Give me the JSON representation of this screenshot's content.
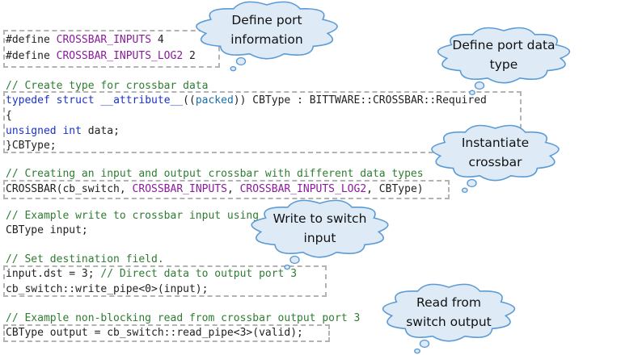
{
  "colors": {
    "keyword": "#1a32c8",
    "macro": "#8a1c9c",
    "comment": "#2e7d32",
    "attribute": "#1a6fa8",
    "text": "#222222",
    "box_border": "#b3b3b3",
    "cloud_fill": "#deebf7",
    "cloud_stroke": "#5b9bd5"
  },
  "code": {
    "define1": {
      "directive": "#define",
      "name": "CROSSBAR_INPUTS",
      "value": " 4"
    },
    "define2": {
      "directive": "#define",
      "name": "CROSSBAR_INPUTS_LOG2",
      "value": " 2"
    },
    "comment_type": "// Create type for crossbar data",
    "typedef": {
      "kw_typedef": "typedef",
      "kw_struct": "struct",
      "kw_attribute": "__attribute__",
      "paren_open": "((",
      "packed": "packed",
      "rest": ")) CBType : BITTWARE::CROSSBAR::Required"
    },
    "brace_open": "{",
    "member": {
      "kw_unsigned": "unsigned",
      "kw_int": "int",
      "rest": " data;"
    },
    "brace_close": "}CBType;",
    "comment_create": "// Creating an input and output crossbar with different data types",
    "crossbar": {
      "prefix": "CROSSBAR(cb_switch, ",
      "inputs": "CROSSBAR_INPUTS",
      "sep": ", ",
      "log2": "CROSSBAR_INPUTS_LOG2",
      "suffix": ", CBType)"
    },
    "comment_write": "// Example write to crossbar input using",
    "input_decl": "CBType input;",
    "comment_set": "// Set destination field.",
    "dst_assign": {
      "code": "input.dst = 3; ",
      "comment": "// Direct data to output port 3"
    },
    "write_pipe": "cb_switch::write_pipe<0>(input);",
    "comment_read": "// Example non-blocking read from crossbar output port 3",
    "read_pipe": "CBType output = cb_switch::read_pipe<3>(valid);"
  },
  "callouts": {
    "define_port_info": "Define port\ninformation",
    "define_port_type": "Define port data\ntype",
    "instantiate": "Instantiate\ncrossbar",
    "write_switch": "Write to switch\ninput",
    "read_switch": "Read from\nswitch output"
  }
}
